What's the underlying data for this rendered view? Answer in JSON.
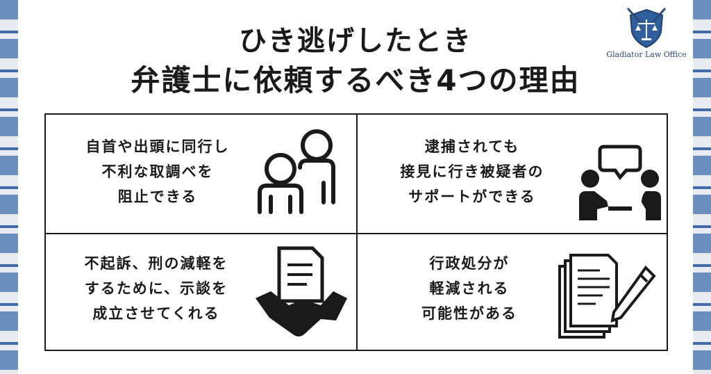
{
  "title": {
    "line1": "ひき逃げしたとき",
    "line2": "弁護士に依頼するべき4つの理由"
  },
  "logo": {
    "name": "Gladiator Law Office"
  },
  "cells": [
    {
      "lines": [
        "自首や出頭に同行し",
        "不利な取調べを",
        "阻止できる"
      ],
      "icon": "people-icon"
    },
    {
      "lines": [
        "逮捕されても",
        "接見に行き被疑者の",
        "サポートができる"
      ],
      "icon": "conversation-icon"
    },
    {
      "lines": [
        "不起訴、刑の減軽を",
        "するために、示談を",
        "成立させてくれる"
      ],
      "icon": "handshake-document-icon"
    },
    {
      "lines": [
        "行政処分が",
        "軽減される",
        "可能性がある"
      ],
      "icon": "document-pen-icon"
    }
  ],
  "colors": {
    "stripe": "#6b8fbf",
    "logo": "#2b4a78",
    "text": "#1a1a1a"
  }
}
